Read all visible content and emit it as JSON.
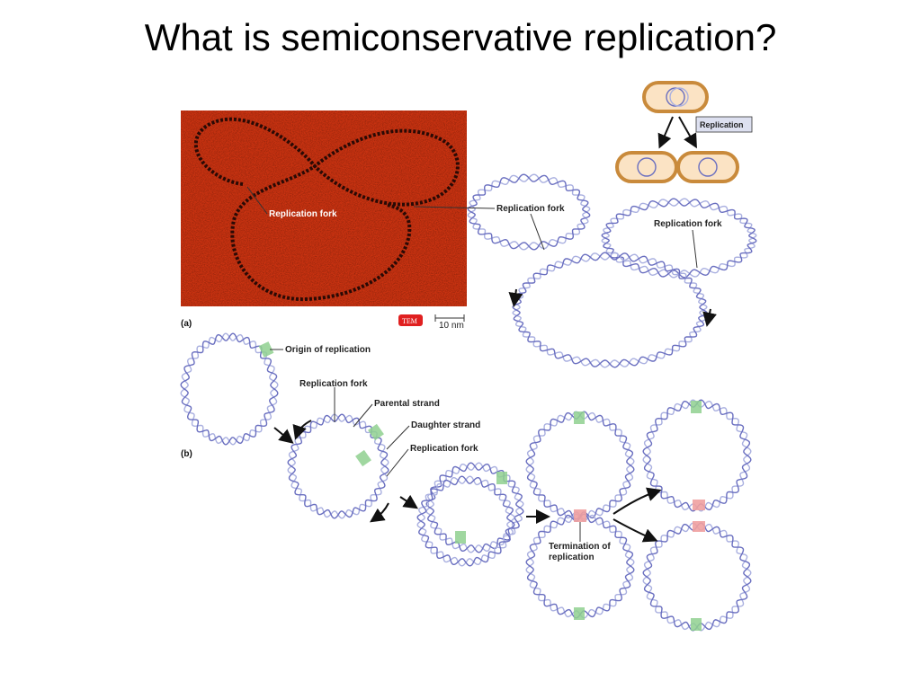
{
  "title": "What is semiconservative replication?",
  "panel_a": {
    "letter": "(a)",
    "micrograph_label": "Replication fork",
    "tem_badge": "TEM",
    "scale_bar": "10 nm",
    "fork_label_1": "Replication fork",
    "fork_label_2": "Replication fork",
    "micrograph_color": "#cc3311"
  },
  "bacteria_inset": {
    "label": "Replication"
  },
  "panel_b": {
    "letter": "(b)",
    "origin": "Origin of replication",
    "fork_top": "Replication fork",
    "parental": "Parental strand",
    "daughter": "Daughter strand",
    "fork_bottom": "Replication fork",
    "termination_line1": "Termination of",
    "termination_line2": "replication"
  },
  "colors": {
    "strand_dark": "#6a6fc0",
    "strand_light": "#aab0e0",
    "origin_marker": "#8fd08f",
    "termination_marker": "#f0a0a0",
    "bacteria_fill": "#fbe3c4",
    "bacteria_outline": "#c98a3b"
  }
}
